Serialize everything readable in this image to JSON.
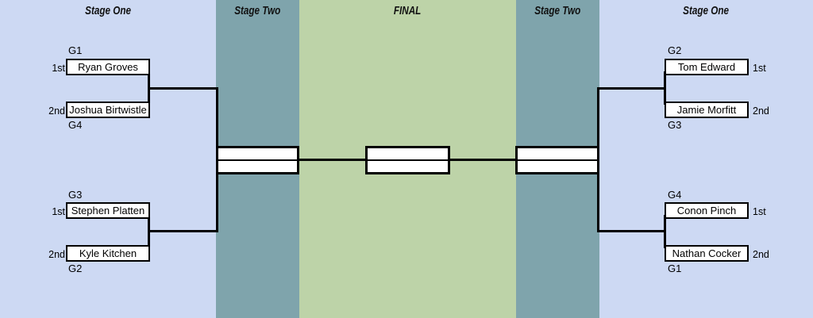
{
  "headers": {
    "stage_one_left": "Stage One",
    "stage_two_left": "Stage Two",
    "final": "FINAL",
    "stage_two_right": "Stage Two",
    "stage_one_right": "Stage One"
  },
  "colors": {
    "stage_one_bg": "#cdd9f3",
    "stage_two_bg": "#7fa4ac",
    "final_bg": "#bdd3a8",
    "line": "#000000",
    "box_bg": "#ffffff"
  },
  "bracket": {
    "left_top": {
      "game_top": "G1",
      "seed_top": "1st",
      "player_top": "Ryan Groves",
      "seed_bottom": "2nd",
      "player_bottom": "Joshua Birtwistle",
      "game_bottom": "G4"
    },
    "left_bottom": {
      "game_top": "G3",
      "seed_top": "1st",
      "player_top": "Stephen Platten",
      "seed_bottom": "2nd",
      "player_bottom": "Kyle Kitchen",
      "game_bottom": "G2"
    },
    "right_top": {
      "game_top": "G2",
      "seed_top": "1st",
      "player_top": "Tom Edward",
      "seed_bottom": "2nd",
      "player_bottom": "Jamie Morfitt",
      "game_bottom": "G3"
    },
    "right_bottom": {
      "game_top": "G4",
      "seed_top": "1st",
      "player_top": "Conon Pinch",
      "seed_bottom": "2nd",
      "player_bottom": "Nathan Cocker",
      "game_bottom": "G1"
    }
  }
}
